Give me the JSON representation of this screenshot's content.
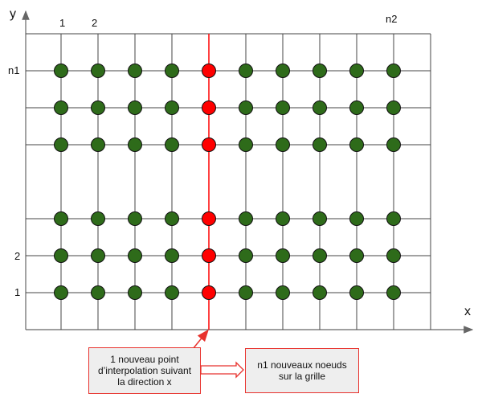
{
  "axes": {
    "x_label": "x",
    "y_label": "y"
  },
  "column_labels": [
    "1",
    "2",
    "n2"
  ],
  "row_labels": [
    "n1",
    "2",
    "1"
  ],
  "grid": {
    "columns": 10,
    "rows": 6,
    "interpolated_column_after": 4
  },
  "boxes": {
    "left": "1 nouveau point\nd’interpolation suivant\nla direction x",
    "right": "n1 nouveaux noeuds\nsur la grille"
  },
  "colors": {
    "node_existing": "#2e6b1a",
    "node_new": "#ff0000",
    "grid_line": "#444444",
    "highlight": "#e8322d"
  }
}
